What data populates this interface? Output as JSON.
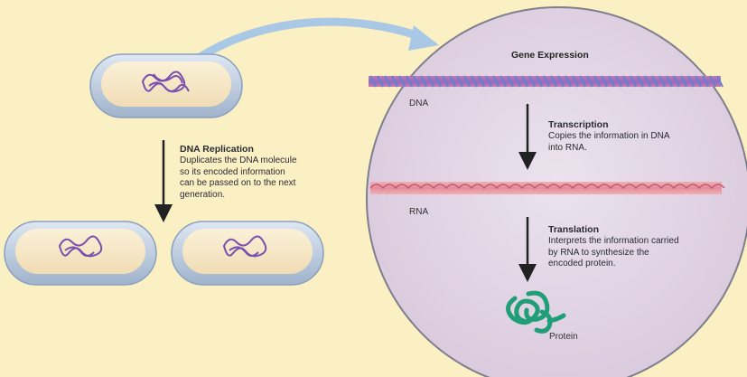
{
  "colors": {
    "background": "#fbf0c4",
    "circle_fill": "#e2d6e6",
    "dna_strand": "#b25aa0",
    "rna_strand": "#e08a98",
    "protein": "#1f9e78",
    "chromosome": "#7a4fae",
    "cell_body": "#f7e8c4",
    "arrow_blue": "#a8c8e6"
  },
  "gene_expression": {
    "title": "Gene Expression",
    "dna_label": "DNA",
    "rna_label": "RNA",
    "protein_label": "Protein",
    "transcription": {
      "title": "Transcription",
      "body": "Copies the information in DNA\ninto RNA."
    },
    "translation": {
      "title": "Translation",
      "body": "Interprets the information carried\nby RNA to synthesize the\nencoded protein."
    }
  },
  "replication": {
    "title": "DNA Replication",
    "body": "Duplicates the DNA molecule\nso its encoded information\ncan be passed on to the next\ngeneration."
  },
  "icons": [
    "cell-icon",
    "chromosome-icon",
    "dna-helix-icon",
    "rna-strand-icon",
    "protein-icon",
    "down-arrow-icon",
    "curved-arrow-icon"
  ]
}
